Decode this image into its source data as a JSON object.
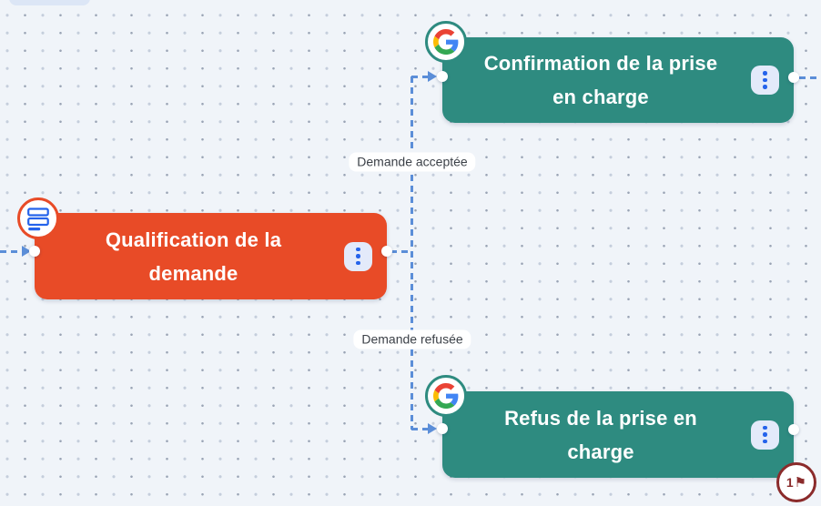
{
  "colors": {
    "background": "#f0f4f9",
    "orange_node": "#e84b27",
    "teal_node": "#2e8b80",
    "connector": "#5b8ed8",
    "menu_button_bg": "#e3eafa",
    "menu_dot_blue": "#2563eb",
    "flag_badge": "#8b2b2b",
    "edge_label_text": "#3c4148",
    "node_type_icon_blue": "#2563eb"
  },
  "nodes": [
    {
      "id": "qualification",
      "type_icon": "form-icon",
      "title_line1": "Qualification de la",
      "title_line2": "demande"
    },
    {
      "id": "confirmation",
      "type_icon": "google-icon",
      "title_line1": "Confirmation de la prise",
      "title_line2": "en charge"
    },
    {
      "id": "refus",
      "type_icon": "google-icon",
      "title_line1": "Refus de la prise en",
      "title_line2": "charge",
      "badge": {
        "count": "1",
        "icon": "flag-icon"
      }
    }
  ],
  "edges": [
    {
      "label": "Demande acceptée"
    },
    {
      "label": "Demande refusée"
    }
  ]
}
